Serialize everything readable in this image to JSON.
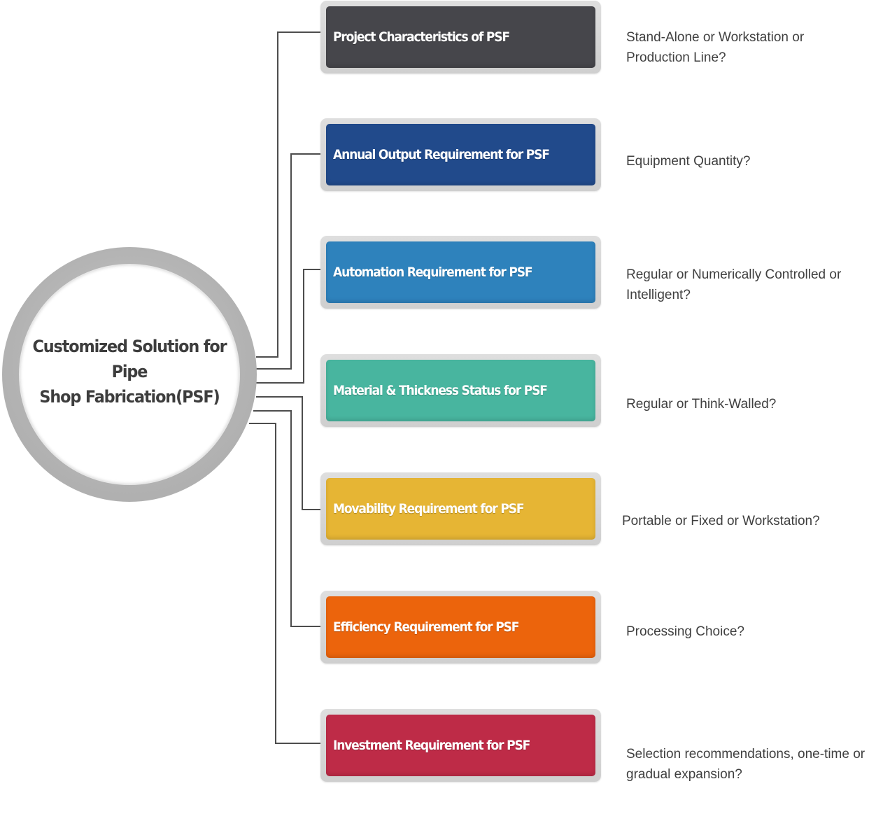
{
  "hub": {
    "title_line1": "Customized Solution for Pipe",
    "title_line2": "Shop Fabrication(PSF)"
  },
  "items": [
    {
      "label": "Project Characteristics of PSF",
      "question": "Stand-Alone or Workstation or Production Line?",
      "color": "#46464b"
    },
    {
      "label": "Annual Output  Requirement for PSF",
      "question": "Equipment Quantity?",
      "color": "#214a8b"
    },
    {
      "label": "Automation  Requirement for PSF",
      "question": "Regular or Numerically Controlled or Intelligent?",
      "color": "#2e82bc"
    },
    {
      "label": "Material & Thickness Status for PSF",
      "question": "Regular or Think-Walled?",
      "color": "#48b59f"
    },
    {
      "label": "Movability Requirement for PSF",
      "question": "Portable or Fixed or Workstation?",
      "color": "#e6b534"
    },
    {
      "label": "Efficiency Requirement for PSF",
      "question": "Processing Choice?",
      "color": "#ec640c"
    },
    {
      "label": "Investment Requirement for PSF",
      "question": "Selection recommendations, one-time or gradual expansion?",
      "color": "#be2b47"
    }
  ],
  "colors": {
    "hub_ring": "#b3b3b3",
    "connector": "#4d4d4d",
    "card_frame": "#d6d6d6",
    "question_text": "#3f3f3f"
  }
}
